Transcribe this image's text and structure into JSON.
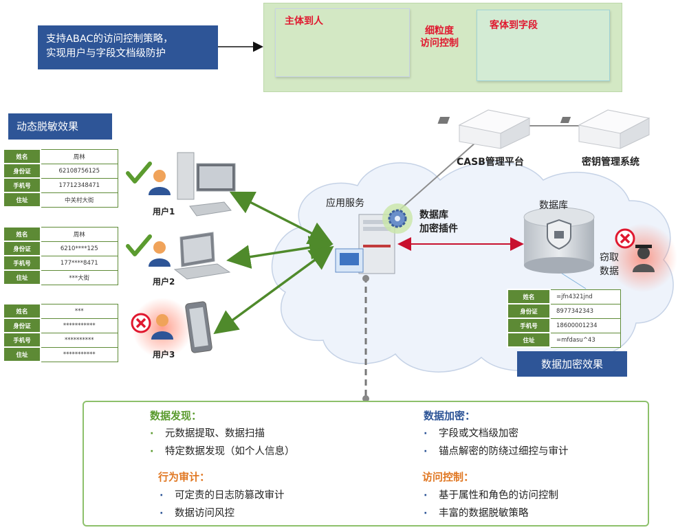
{
  "callout": {
    "line1": "支持ABAC的访问控制策略，",
    "line2": "实现用户与字段文档级防护"
  },
  "top_panel": {
    "subject_title": "主体到人",
    "fine_grain_line1": "细粒度",
    "fine_grain_line2": "访问控制",
    "object_title": "客体到字段"
  },
  "dynamic_mask_title": "动态脱敏效果",
  "encrypt_effect_title": "数据加密效果",
  "users": [
    {
      "label": "用户1",
      "rows": [
        {
          "k": "姓名",
          "v": "周林"
        },
        {
          "k": "身份证",
          "v": "62108756125"
        },
        {
          "k": "手机号",
          "v": "17712348471"
        },
        {
          "k": "住址",
          "v": "中关村大街"
        }
      ]
    },
    {
      "label": "用户2",
      "rows": [
        {
          "k": "姓名",
          "v": "周林"
        },
        {
          "k": "身份证",
          "v": "6210****125"
        },
        {
          "k": "手机号",
          "v": "177****8471"
        },
        {
          "k": "住址",
          "v": "***大街"
        }
      ]
    },
    {
      "label": "用户3",
      "rows": [
        {
          "k": "姓名",
          "v": "***"
        },
        {
          "k": "身份证",
          "v": "***********"
        },
        {
          "k": "手机号",
          "v": "**********"
        },
        {
          "k": "住址",
          "v": "***********"
        }
      ]
    }
  ],
  "encrypted_rows": [
    {
      "k": "姓名",
      "v": "=jfn4321jnd"
    },
    {
      "k": "身份证",
      "v": "8977342343"
    },
    {
      "k": "手机号",
      "v": "18600001234"
    },
    {
      "k": "住址",
      "v": "=mfdasu^43"
    }
  ],
  "nodes": {
    "casb": "CASB管理平台",
    "kms": "密钥管理系统",
    "app_service": "应用服务",
    "plugin_line1": "数据库",
    "plugin_line2": "加密插件",
    "database": "数据库",
    "steal_line1": "窃取",
    "steal_line2": "数据"
  },
  "features": {
    "discovery": {
      "title": "数据发现：",
      "items": [
        "元数据提取、数据扫描",
        "特定数据发现（如个人信息）"
      ]
    },
    "encryption": {
      "title": "数据加密：",
      "items": [
        "字段或文档级加密",
        "锚点解密的防绕过细控与审计"
      ]
    },
    "audit": {
      "title": "行为审计：",
      "items": [
        "可定责的日志防篡改审计",
        "数据访问风控"
      ]
    },
    "access": {
      "title": "访问控制：",
      "items": [
        "基于属性和角色的访问控制",
        "丰富的数据脱敏策略"
      ]
    }
  },
  "colors": {
    "navy": "#2e5597",
    "green": "#5d8a35",
    "red": "#e0182f",
    "orange": "#e07722"
  }
}
